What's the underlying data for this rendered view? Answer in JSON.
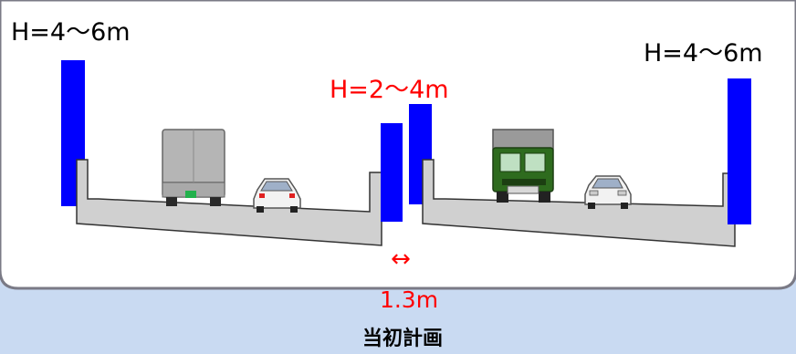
{
  "labels": {
    "left_wall_height": "H=4～6m",
    "right_wall_height": "H=4～6m",
    "center_wall_height": "H=2～4m",
    "gap_width": "1.3m",
    "gap_arrow": "↔",
    "caption": "当初計画"
  },
  "colors": {
    "wall": "#0000ff",
    "highlight_text": "#ff0000",
    "structure_fill": "#d0d0d0",
    "panel_fill": "#ffffff",
    "panel_border": "#7a7a86",
    "caption_band": "#c9daf2",
    "truck": "#b5b5b5",
    "dump_truck": "#2e6b1e",
    "car": "#f2f2f2"
  }
}
